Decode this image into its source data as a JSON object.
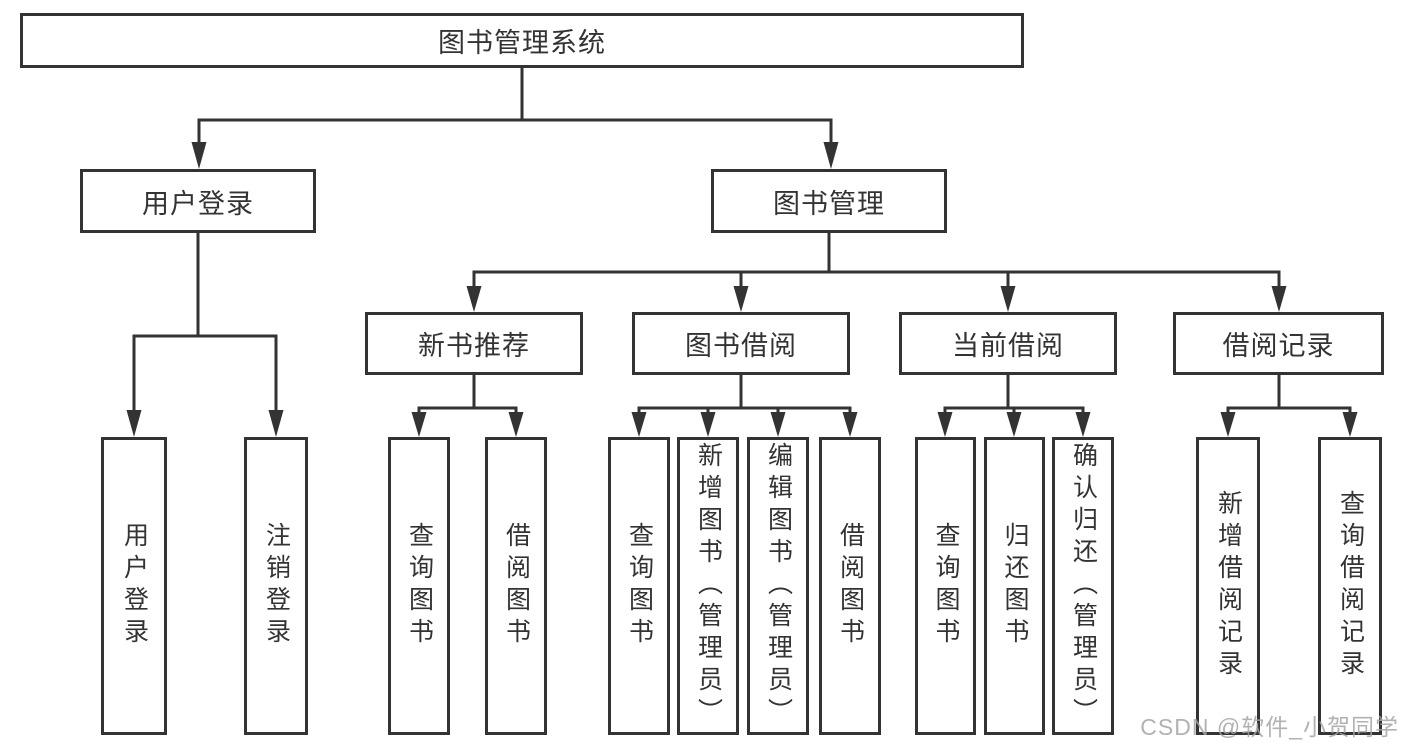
{
  "nodes": {
    "root": {
      "label": "图书管理系统"
    },
    "user_login_group": {
      "label": "用户登录"
    },
    "book_management": {
      "label": "图书管理"
    },
    "new_book_recommend": {
      "label": "新书推荐"
    },
    "book_borrowing": {
      "label": "图书借阅"
    },
    "current_borrowing": {
      "label": "当前借阅"
    },
    "borrowing_records": {
      "label": "借阅记录"
    },
    "user_login": {
      "label": "用户登录"
    },
    "logout": {
      "label": "注销登录"
    },
    "query_books_recommend": {
      "label": "查询图书"
    },
    "borrow_books_recommend": {
      "label": "借阅图书"
    },
    "query_books_borrowing": {
      "label": "查询图书"
    },
    "add_books_admin": {
      "label": "新增图书（管理员）"
    },
    "edit_books_admin": {
      "label": "编辑图书（管理员）"
    },
    "borrow_books_borrowing": {
      "label": "借阅图书"
    },
    "query_books_current": {
      "label": "查询图书"
    },
    "return_books": {
      "label": "归还图书"
    },
    "confirm_return_admin": {
      "label": "确认归还（管理员）"
    },
    "add_borrow_record": {
      "label": "新增借阅记录"
    },
    "query_borrow_record": {
      "label": "查询借阅记录"
    }
  },
  "hierarchy": {
    "图书管理系统": {
      "用户登录": [
        "用户登录",
        "注销登录"
      ],
      "图书管理": {
        "新书推荐": [
          "查询图书",
          "借阅图书"
        ],
        "图书借阅": [
          "查询图书",
          "新增图书（管理员）",
          "编辑图书（管理员）",
          "借阅图书"
        ],
        "当前借阅": [
          "查询图书",
          "归还图书",
          "确认归还（管理员）"
        ],
        "借阅记录": [
          "新增借阅记录",
          "查询借阅记录"
        ]
      }
    }
  },
  "watermark": {
    "text": "CSDN @软件_小贺同学"
  },
  "colors": {
    "line": "#333333",
    "box_border": "#333333",
    "box_background": "#ffffff",
    "text": "#333333",
    "watermark": "#a4a4a4"
  }
}
